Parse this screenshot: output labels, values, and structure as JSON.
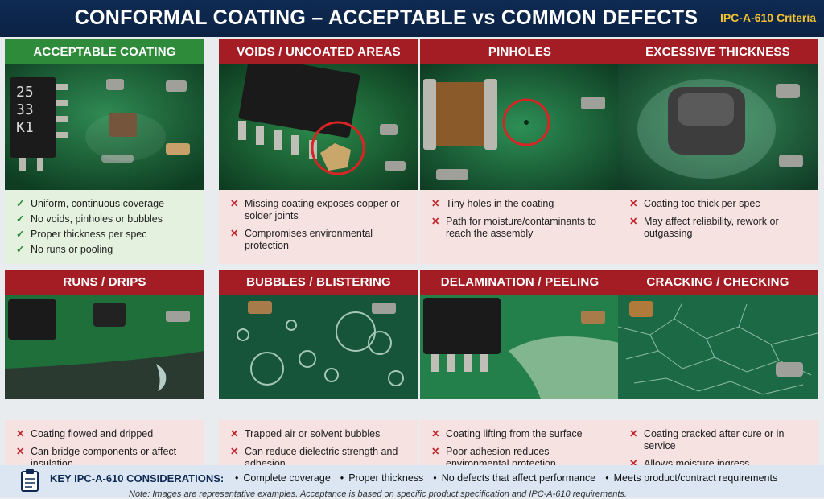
{
  "title": "CONFORMAL COATING – ACCEPTABLE vs COMMON DEFECTS",
  "badge": "IPC-A-610 Criteria",
  "cards": [
    {
      "heading": "ACCEPTABLE COATING",
      "marker": "✓",
      "chip": [
        "25",
        "33",
        "K1"
      ],
      "bullets": [
        "Uniform, continuous coverage",
        "No voids, pinholes or bubbles",
        "Proper thickness per spec",
        "No runs or pooling"
      ]
    },
    {
      "heading": "VOIDS / UNCOATED AREAS",
      "marker": "✕",
      "bullets": [
        "Missing coating exposes copper or solder joints",
        "Compromises environmental protection"
      ]
    },
    {
      "heading": "PINHOLES",
      "marker": "✕",
      "bullets": [
        "Tiny holes in the coating",
        "Path for moisture/contaminants to reach the assembly"
      ]
    },
    {
      "heading": "EXCESSIVE THICKNESS",
      "marker": "✕",
      "bullets": [
        "Coating too thick per spec",
        "May affect reliability, rework or outgassing"
      ]
    },
    {
      "heading": "RUNS / DRIPS",
      "marker": "✕",
      "bullets": [
        "Coating flowed and dripped",
        "Can bridge components or affect insulation"
      ]
    },
    {
      "heading": "BUBBLES / BLISTERING",
      "marker": "✕",
      "bullets": [
        "Trapped air or solvent bubbles",
        "Can reduce dielectric strength and adhesion"
      ]
    },
    {
      "heading": "DELAMINATION / PEELING",
      "marker": "✕",
      "bullets": [
        "Coating lifting from the surface",
        "Poor adhesion reduces environmental protection"
      ]
    },
    {
      "heading": "CRACKING / CHECKING",
      "marker": "✕",
      "bullets": [
        "Coating cracked after cure or in service",
        "Allows moisture ingress"
      ]
    }
  ],
  "footer": {
    "key": "KEY IPC-A-610 CONSIDERATIONS:",
    "items": [
      "Complete coverage",
      "Proper thickness",
      "No defects that affect performance",
      "Meets product/contract requirements"
    ],
    "note": "Note: Images are representative examples. Acceptance is based on specific product specification and IPC-A-610 requirements."
  },
  "colors": {
    "navy": "#0f2a52",
    "ok": "#2e8b3a",
    "bad": "#a51d24",
    "gold": "#f5c230"
  }
}
